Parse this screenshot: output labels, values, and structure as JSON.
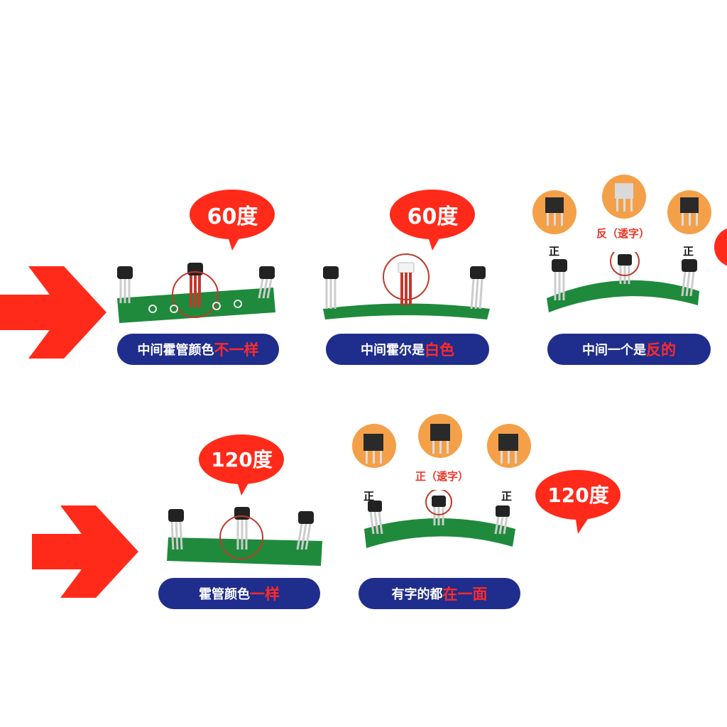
{
  "colors": {
    "accent_red": "#ff2a1a",
    "pill_blue": "#1f2d8c",
    "orange": "#f4a049",
    "board_green": "#1f8a3c"
  },
  "row1": {
    "panel1": {
      "bubble": "60度",
      "caption_plain": "中间霍管颜色",
      "caption_red": "不一样"
    },
    "panel2": {
      "bubble": "60度",
      "caption_plain": "中间霍尔是",
      "caption_red": "白色"
    },
    "panel3": {
      "left_mark": "正",
      "right_mark": "正",
      "center_label": "反（逶字）",
      "caption_plain": "中间一个是",
      "caption_red": "反的"
    }
  },
  "row2": {
    "panel1": {
      "bubble": "120度",
      "caption_plain": "霍管颜色",
      "caption_red": "一样"
    },
    "panel2": {
      "left_mark": "正",
      "right_mark": "正",
      "center_label": "正（逶字）",
      "bubble": "120度",
      "caption_plain": "有字的都",
      "caption_red": "在一面"
    }
  },
  "icons": [
    "arrow-right-icon",
    "speech-bubble-icon",
    "hall-sensor-icon",
    "pcb-board-icon"
  ]
}
